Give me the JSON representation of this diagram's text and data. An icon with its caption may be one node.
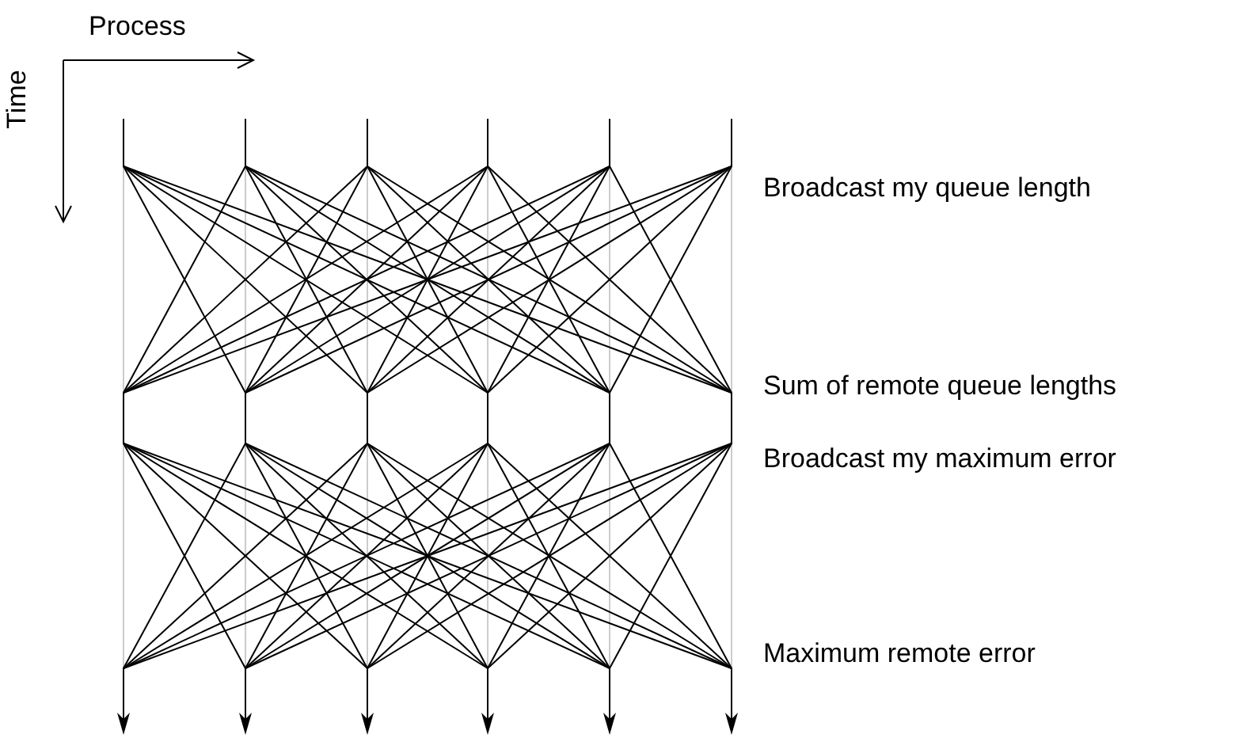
{
  "diagram": {
    "labels": [
      "Process",
      "Time",
      "Broadcast my queue length",
      "Sum of remote queue lengths",
      "Broadcast my maximum error",
      "Maximum remote error"
    ]
  }
}
